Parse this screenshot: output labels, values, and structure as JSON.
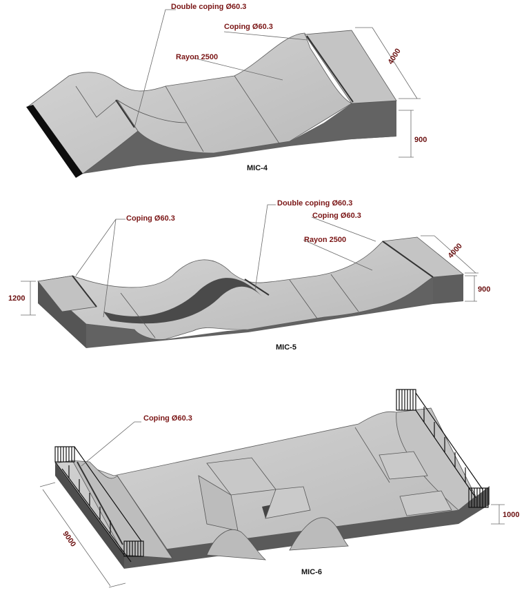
{
  "mic4": {
    "title": "MIC-4",
    "label_double_coping": "Double coping Ø60.3",
    "label_coping": "Coping Ø60.3",
    "label_rayon": "Rayon 2500",
    "dim_length": "4000",
    "dim_height": "900"
  },
  "mic5": {
    "title": "MIC-5",
    "label_coping_left": "Coping Ø60.3",
    "label_double_coping": "Double coping Ø60.3",
    "label_coping_right": "Coping Ø60.3",
    "label_rayon": "Rayon 2500",
    "dim_length": "4000",
    "dim_height_right": "900",
    "dim_height_left": "1200"
  },
  "mic6": {
    "title": "MIC-6",
    "label_coping": "Coping Ø60.3",
    "dim_length": "9000",
    "dim_height": "1000"
  },
  "colors": {
    "surface_light": "#c6c6c6",
    "surface_mid": "#b4b4b4",
    "side_dark": "#5e5e5e",
    "edge": "#2e2e2e",
    "label": "#7a1515"
  }
}
